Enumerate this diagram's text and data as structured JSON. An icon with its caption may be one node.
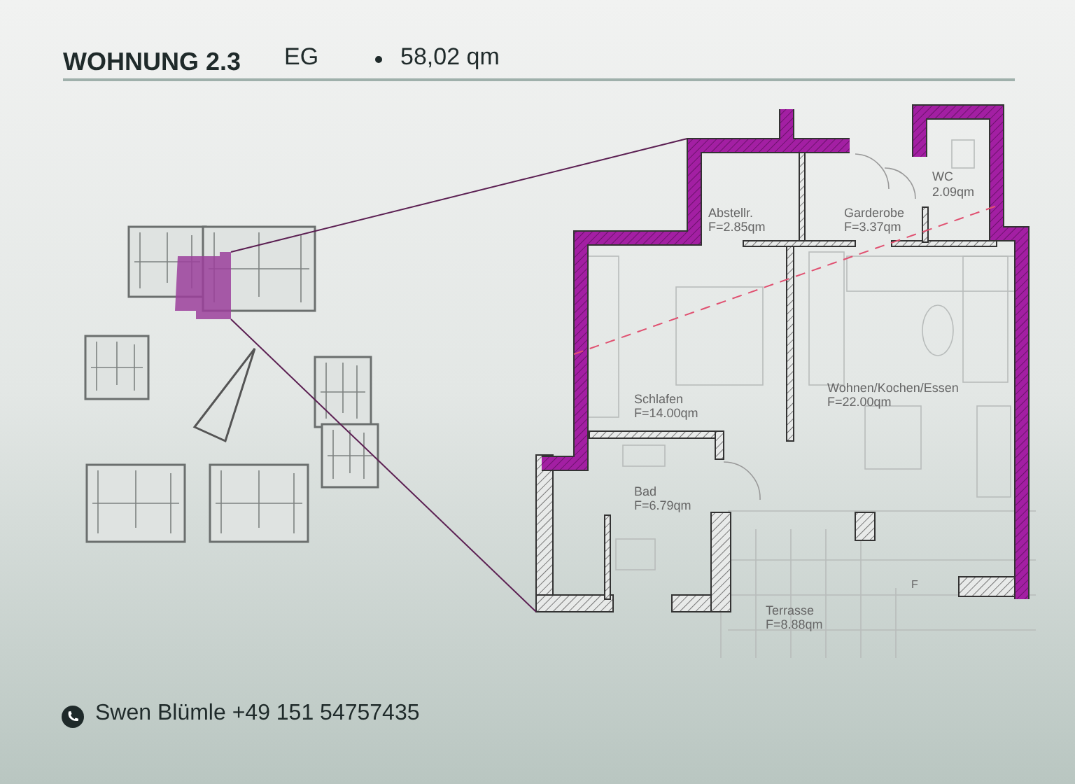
{
  "diagram": {
    "title": "WOHNUNG 2.3",
    "labels": [
      "EG",
      "58,02 qm",
      "WC",
      "2.09qm",
      "Abstellr.",
      "F=2.85qm",
      "Garderobe",
      "F=3.37qm",
      "Schlafen",
      "F=14.00qm",
      "Wohnen/Kochen/Essen",
      "F=22.00qm",
      "Bad",
      "F=6.79qm",
      "Terrasse",
      "F=8.88qm",
      "F",
      "Swen Blümle +49 151 54757435"
    ]
  }
}
